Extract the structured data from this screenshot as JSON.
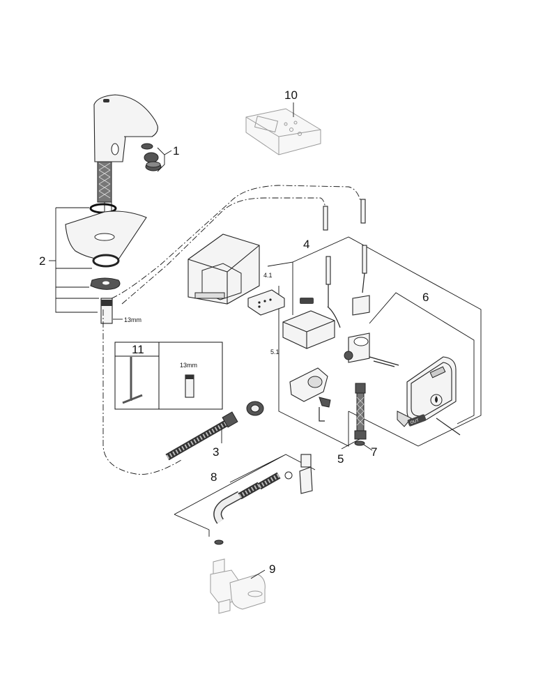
{
  "labels": {
    "p1": "1",
    "p2": "2",
    "p3": "3",
    "p4": "4",
    "p4_1": "4.1",
    "p5": "5",
    "p5_1": "5.1",
    "p6": "6",
    "p7": "7",
    "p8": "8",
    "p9": "9",
    "p10": "10",
    "p11": "11"
  },
  "annotations": {
    "wrench_size_a": "13mm",
    "wrench_size_b": "13mm",
    "out_marking": "OUT"
  }
}
